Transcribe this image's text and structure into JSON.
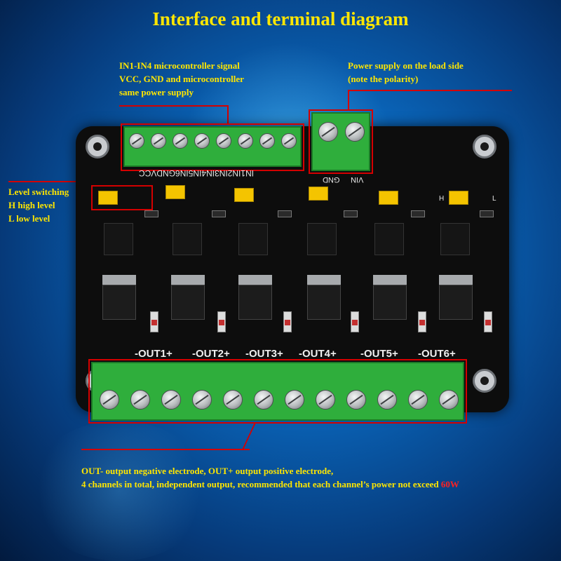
{
  "title": "Interface and terminal diagram",
  "annotations": {
    "signal_input": [
      "IN1-IN4 microcontroller signal",
      "VCC, GND and microcontroller",
      "same power supply"
    ],
    "load_power": [
      "Power supply on the load side",
      "(note the polarity)"
    ],
    "level_switch": [
      "Level switching",
      "H high level",
      "L low level"
    ],
    "output_line1": "OUT- output negative electrode, OUT+ output positive electrode,",
    "output_line2": "4 channels in total, independent output, recommended that each channel’s power not exceed ",
    "output_limit": "60W"
  },
  "board": {
    "input_pins": "IN1IN2IN3IN4IN5IN6GNDVCC",
    "power_pins": [
      "GND",
      "VIN"
    ],
    "jumper_labels": [
      "H",
      "L"
    ],
    "outputs": [
      "-OUT1+",
      "-OUT2+",
      "-OUT3+",
      "-OUT4+",
      "-OUT5+",
      "-OUT6+"
    ]
  },
  "colors": {
    "title": "#ffe600",
    "highlight": "#d40000",
    "terminal": "#2fae3c",
    "jumper": "#f4c400"
  }
}
